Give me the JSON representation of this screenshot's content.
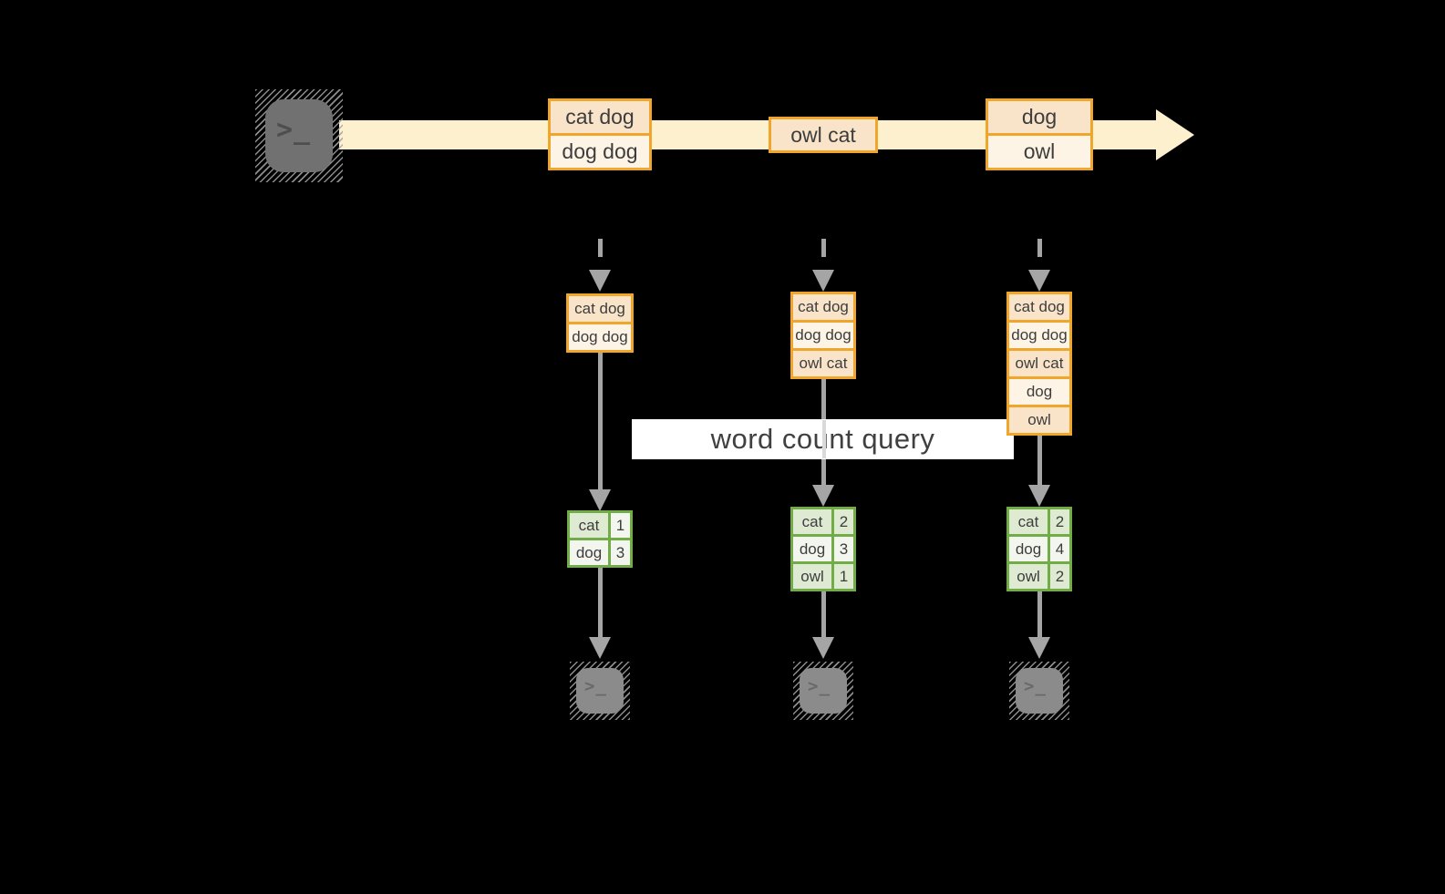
{
  "colors": {
    "background": "#000000",
    "band": "#fdf0cf",
    "orange-border": "#f0a62b",
    "fill-peach": "#fae4c9",
    "fill-cream": "#fdf4e6",
    "green-border": "#72ac46",
    "fill-green": "#dfead3",
    "fill-green-pale": "#f2f6ee",
    "arrow-gray": "#a5a5a5",
    "icon-gray-source": "#717171",
    "icon-gray-sink": "#8b8b8b",
    "glyph-gray-source": "#4e4e4e",
    "glyph-gray-sink": "#696969",
    "label-bg": "#ffffff",
    "text": "#3d3d3d"
  },
  "label": {
    "text": "word count query"
  },
  "terminal": {
    "glyph": ">_"
  },
  "timeline": {
    "events": [
      {
        "rows": [
          "cat dog",
          "dog dog"
        ]
      },
      {
        "rows": [
          "owl cat"
        ]
      },
      {
        "rows": [
          "dog",
          "owl"
        ]
      }
    ]
  },
  "stacks": [
    {
      "rows": [
        "cat dog",
        "dog dog"
      ]
    },
    {
      "rows": [
        "cat dog",
        "dog dog",
        "owl cat"
      ]
    },
    {
      "rows": [
        "cat dog",
        "dog dog",
        "owl cat",
        "dog",
        "owl"
      ]
    }
  ],
  "counts": [
    {
      "rows": [
        {
          "word": "cat",
          "count": "1"
        },
        {
          "word": "dog",
          "count": "3"
        }
      ]
    },
    {
      "rows": [
        {
          "word": "cat",
          "count": "2"
        },
        {
          "word": "dog",
          "count": "3"
        },
        {
          "word": "owl",
          "count": "1"
        }
      ]
    },
    {
      "rows": [
        {
          "word": "cat",
          "count": "2"
        },
        {
          "word": "dog",
          "count": "4"
        },
        {
          "word": "owl",
          "count": "2"
        }
      ]
    }
  ]
}
